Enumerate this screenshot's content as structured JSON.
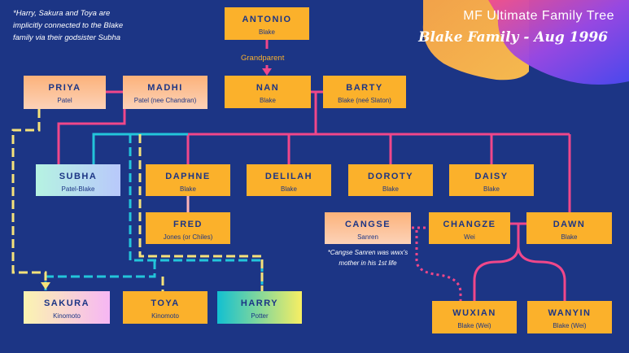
{
  "header": {
    "title": "MF Ultimate Family Tree",
    "subtitle": "Blake Family - Aug 1996"
  },
  "notes": {
    "godsister": "*Harry, Sakura and Toya are implicitly connected to the Blake family via their godsister Subha",
    "cangse": "*Cangse Sanren was wwx's mother in his 1st life"
  },
  "relationship_label": "Grandparent",
  "colors": {
    "background": "#1c3585",
    "box": "#fbb12b",
    "line_pink": "#f0478a",
    "line_peach": "#fdb3b8",
    "line_cyan": "#23c5da",
    "line_yellow": "#f6e27a"
  },
  "people": {
    "antonio": {
      "name": "ANTONIO",
      "surname": "Blake"
    },
    "nan": {
      "name": "NAN",
      "surname": "Blake"
    },
    "barty": {
      "name": "BARTY",
      "surname": "Blake (neé Slaton)"
    },
    "priya": {
      "name": "PRIYA",
      "surname": "Patel"
    },
    "madhi": {
      "name": "MADHI",
      "surname": "Patel (nee Chandran)"
    },
    "subha": {
      "name": "SUBHA",
      "surname": "Patel-Blake"
    },
    "daphne": {
      "name": "DAPHNE",
      "surname": "Blake"
    },
    "delilah": {
      "name": "DELILAH",
      "surname": "Blake"
    },
    "doroty": {
      "name": "DOROTY",
      "surname": "Blake"
    },
    "daisy": {
      "name": "DAISY",
      "surname": "Blake"
    },
    "fred": {
      "name": "FRED",
      "surname": "Jones (or Chiles)"
    },
    "cangse": {
      "name": "CANGSE",
      "surname": "Sanren"
    },
    "changze": {
      "name": "CHANGZE",
      "surname": "Wei"
    },
    "dawn": {
      "name": "DAWN",
      "surname": "Blake"
    },
    "sakura": {
      "name": "SAKURA",
      "surname": "Kinomoto"
    },
    "toya": {
      "name": "TOYA",
      "surname": "Kinomoto"
    },
    "harry": {
      "name": "HARRY",
      "surname": "Potter"
    },
    "wuxian": {
      "name": "WUXIAN",
      "surname": "Blake (Wei)"
    },
    "wanyin": {
      "name": "WANYIN",
      "surname": "Blake (Wei)"
    }
  }
}
